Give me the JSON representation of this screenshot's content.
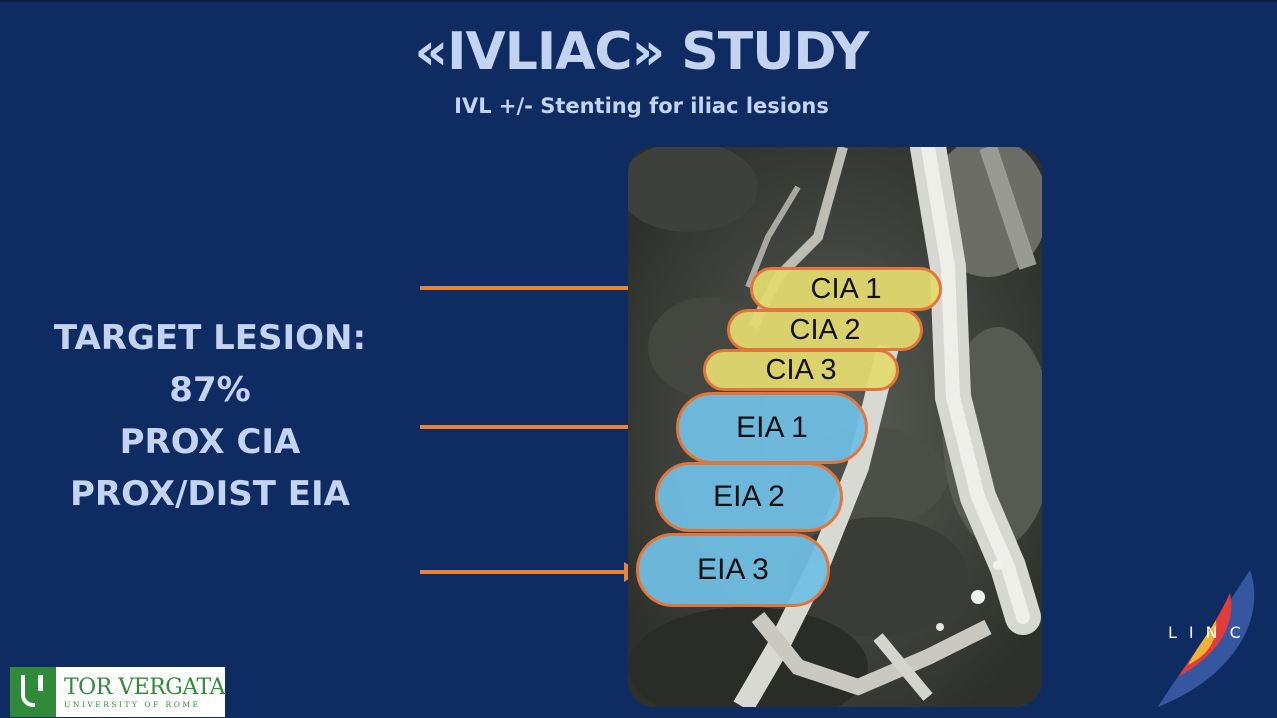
{
  "slide": {
    "title": "«IVLIAC» STUDY",
    "subtitle": "IVL +/- Stenting for iliac lesions"
  },
  "target": {
    "lines": [
      "TARGET LESION:",
      "87%",
      "PROX CIA",
      "PROX/DIST EIA"
    ]
  },
  "segments": {
    "cia": [
      "CIA 1",
      "CIA 2",
      "CIA 3"
    ],
    "eia": [
      "EIA 1",
      "EIA 2",
      "EIA 3"
    ]
  },
  "logos": {
    "tor_vergata": {
      "name": "TOR VERGATA",
      "sub": "UNIVERSITY OF ROME"
    },
    "linc": "LINC"
  },
  "colors": {
    "background": "#0f2c62",
    "text": "#c4d4f0",
    "arrow": "#e8843e",
    "cia_fill": "#e2da6e",
    "eia_fill": "#70bee4",
    "segment_border": "#e2763a"
  }
}
